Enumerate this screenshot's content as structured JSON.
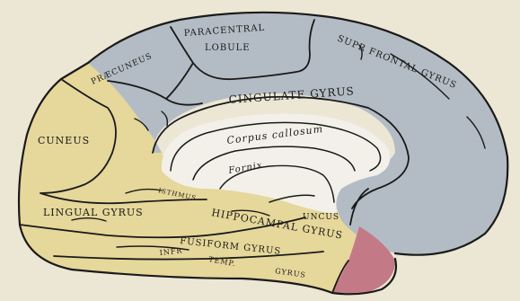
{
  "labels": {
    "paracentral_1": "PARACENTRAL",
    "paracentral_2": "LOBULE",
    "supr_frontal": "SUPR FRONTAL GYRUS",
    "praecuneus": "PRÆCUNEUS",
    "cingulate": "CINGULATE GYRUS",
    "corpus_callosum": "Corpus callosum",
    "fornix": "Fornix",
    "cuneus": "CUNEUS",
    "isthmus": "ISTHMUS",
    "lingual": "LINGUAL GYRUS",
    "hippocampal": "HIPPOCAMPAL GYRUS",
    "uncus": "UNCUS",
    "fusiform": "FUSIFORM GYRUS",
    "inf_temp_1": "INFR",
    "inf_temp_2": "TEMP.",
    "inf_temp_3": "GYRUS"
  },
  "colors": {
    "background": "#ece6d4",
    "blue_region": "#b3bcc4",
    "yellow_region": "#e6d79a",
    "pink_region": "#c47a86",
    "white_matter": "#f2f0e8"
  }
}
